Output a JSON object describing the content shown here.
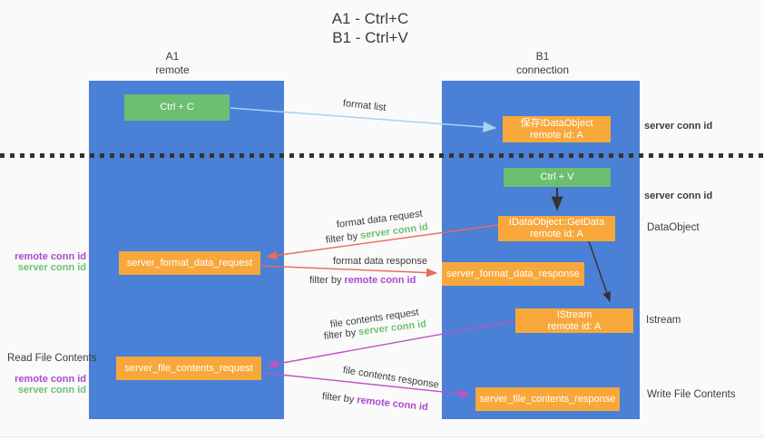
{
  "title": {
    "line1": "A1 - Ctrl+C",
    "line2": "B1 - Ctrl+V"
  },
  "lifelines": {
    "a1": {
      "name": "A1",
      "role": "remote"
    },
    "b1": {
      "name": "B1",
      "role": "connection"
    }
  },
  "boxes": {
    "ctrl_c": {
      "label": "Ctrl + C"
    },
    "ctrl_v": {
      "label": "Ctrl + V"
    },
    "save_dataobject": {
      "line1": "保存IDataObject",
      "line2": "remote id: A"
    },
    "getdata": {
      "line1": "IDataObject::GetData",
      "line2": "remote id: A"
    },
    "istream": {
      "line1": "IStream",
      "line2": "remote id: A"
    },
    "format_request": {
      "label": "server_format_data_request"
    },
    "format_response": {
      "label": "server_format_data_response"
    },
    "file_request": {
      "label": "server_file_contents_request"
    },
    "file_response": {
      "label": "server_file_contents_response"
    }
  },
  "flow_labels": {
    "format_list": "format list",
    "format_data_request": "format data request",
    "format_data_response": "format data response",
    "file_contents_request": "file contents request",
    "file_contents_response": "file contents response",
    "filter_by": "filter by",
    "server_conn_id": "server conn id",
    "remote_conn_id": "remote conn id"
  },
  "side_labels": {
    "server_conn_id": "server conn id",
    "remote_conn_id": "remote conn id",
    "dataobject": "DataObject",
    "istream": "Istream",
    "read_file_contents": "Read File Contents",
    "write_file_contents": "Write File Contents"
  },
  "colors": {
    "lifeline_blue": "#4a80d5",
    "box_green": "#6cbe71",
    "box_orange": "#f8a83b",
    "arrow_lightblue": "#a8d2f0",
    "arrow_red": "#e96a60",
    "arrow_magenta": "#bf52c5",
    "arrow_black": "#333333",
    "text_green": "#6cc272",
    "text_purple": "#a94acf",
    "text_dark": "#3c3c3c"
  }
}
